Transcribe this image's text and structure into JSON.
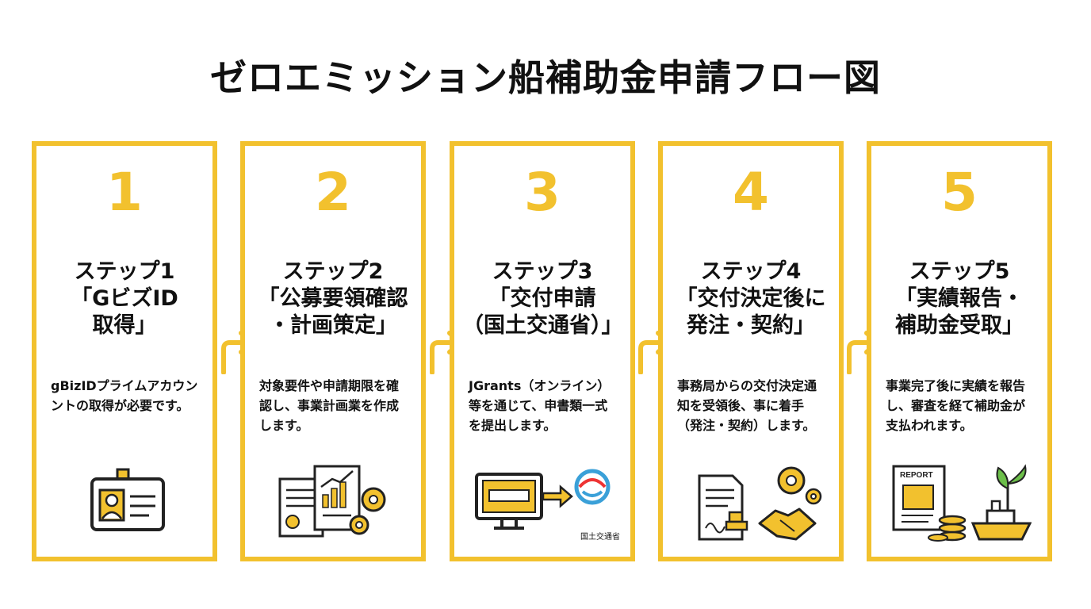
{
  "title": "ゼロエミッション船補助金申請フロー図",
  "colors": {
    "accent": "#f2c12e",
    "text": "#111111",
    "background": "#ffffff"
  },
  "steps": [
    {
      "number": "1",
      "heading": [
        "ステップ1",
        "「GビズID",
        "取得」"
      ],
      "description": "gBizIDプライムアカウンントの取得が必要です。",
      "icon": "id-card-icon"
    },
    {
      "number": "2",
      "heading": [
        "ステップ2",
        "「公募要領確認",
        "・計画策定」"
      ],
      "description": "対象要件や申請期限を確認し、事業計画業を作成します。",
      "icon": "business-plan-icon"
    },
    {
      "number": "3",
      "heading": [
        "ステップ3",
        "「交付申請",
        "（国土交通省）」"
      ],
      "description": "JGrants（オンライン）等を通じて、申書類一式を提出します。",
      "icon": "online-submission-icon",
      "logo_text": "国土交通省"
    },
    {
      "number": "4",
      "heading": [
        "ステップ4",
        "「交付決定後に",
        "発注・契約」"
      ],
      "description": "事務局からの交付決定通知を受領後、事に着手（発注・契約）します。",
      "icon": "contract-handshake-icon"
    },
    {
      "number": "5",
      "heading": [
        "ステップ5",
        "「実績報告・",
        "補助金受取」"
      ],
      "description": "事業完了後に実績を報告し、審査を経て補助金が支払われます。",
      "icon": "report-ship-icon",
      "report_label": "REPORT"
    }
  ]
}
